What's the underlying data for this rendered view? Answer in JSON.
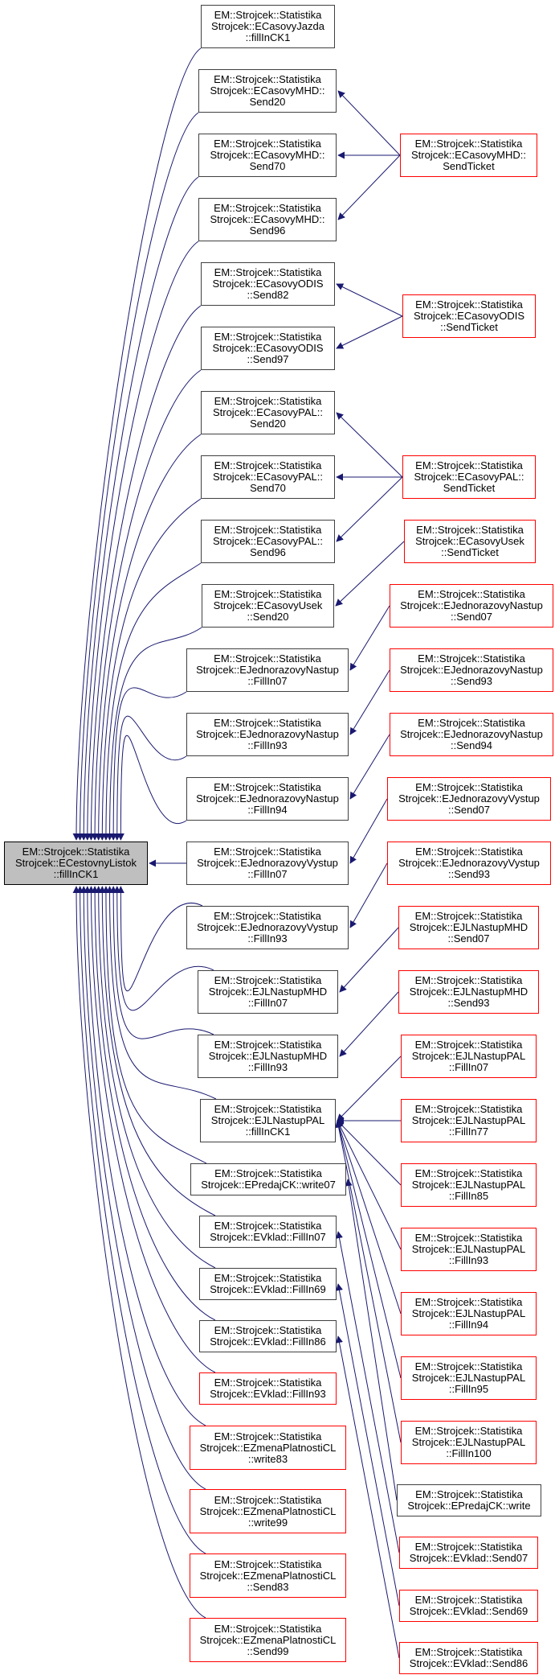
{
  "diagram": {
    "title": "Caller graph of EM::Strojcek::StatistikaStrojcek::ECestovnyListok::fillInCK1",
    "colors": {
      "edge": "#191970",
      "border_normal": "#404040",
      "border_red": "#ff0000",
      "root_fill": "#bfbfbf"
    },
    "nodes": [
      {
        "id": "root",
        "lines": [
          "EM::Strojcek::Statistika",
          "Strojcek::ECestovnyListok",
          "::fillInCK1"
        ],
        "style": "root"
      },
      {
        "id": "jazda_fillInCK1",
        "lines": [
          "EM::Strojcek::Statistika",
          "Strojcek::ECasovyJazda",
          "::fillInCK1"
        ],
        "style": "normal"
      },
      {
        "id": "mhd_send20",
        "lines": [
          "EM::Strojcek::Statistika",
          "Strojcek::ECasovyMHD::",
          "Send20"
        ],
        "style": "normal"
      },
      {
        "id": "mhd_send70",
        "lines": [
          "EM::Strojcek::Statistika",
          "Strojcek::ECasovyMHD::",
          "Send70"
        ],
        "style": "normal"
      },
      {
        "id": "mhd_send96",
        "lines": [
          "EM::Strojcek::Statistika",
          "Strojcek::ECasovyMHD::",
          "Send96"
        ],
        "style": "normal"
      },
      {
        "id": "odis_send82",
        "lines": [
          "EM::Strojcek::Statistika",
          "Strojcek::ECasovyODIS",
          "::Send82"
        ],
        "style": "normal"
      },
      {
        "id": "odis_send97",
        "lines": [
          "EM::Strojcek::Statistika",
          "Strojcek::ECasovyODIS",
          "::Send97"
        ],
        "style": "normal"
      },
      {
        "id": "pal_send20",
        "lines": [
          "EM::Strojcek::Statistika",
          "Strojcek::ECasovyPAL::",
          "Send20"
        ],
        "style": "normal"
      },
      {
        "id": "pal_send70",
        "lines": [
          "EM::Strojcek::Statistika",
          "Strojcek::ECasovyPAL::",
          "Send70"
        ],
        "style": "normal"
      },
      {
        "id": "pal_send96",
        "lines": [
          "EM::Strojcek::Statistika",
          "Strojcek::ECasovyPAL::",
          "Send96"
        ],
        "style": "normal"
      },
      {
        "id": "usek_send20",
        "lines": [
          "EM::Strojcek::Statistika",
          "Strojcek::ECasovyUsek",
          "::Send20"
        ],
        "style": "normal"
      },
      {
        "id": "jn_fill07",
        "lines": [
          "EM::Strojcek::Statistika",
          "Strojcek::EJednorazovyNastup",
          "::FillIn07"
        ],
        "style": "normal"
      },
      {
        "id": "jn_fill93",
        "lines": [
          "EM::Strojcek::Statistika",
          "Strojcek::EJednorazovyNastup",
          "::FillIn93"
        ],
        "style": "normal"
      },
      {
        "id": "jn_fill94",
        "lines": [
          "EM::Strojcek::Statistika",
          "Strojcek::EJednorazovyNastup",
          "::FillIn94"
        ],
        "style": "normal"
      },
      {
        "id": "jv_fill07",
        "lines": [
          "EM::Strojcek::Statistika",
          "Strojcek::EJednorazovyVystup",
          "::FillIn07"
        ],
        "style": "normal"
      },
      {
        "id": "jv_fill93",
        "lines": [
          "EM::Strojcek::Statistika",
          "Strojcek::EJednorazovyVystup",
          "::FillIn93"
        ],
        "style": "normal"
      },
      {
        "id": "jlmhd_fill07",
        "lines": [
          "EM::Strojcek::Statistika",
          "Strojcek::EJLNastupMHD",
          "::FillIn07"
        ],
        "style": "normal"
      },
      {
        "id": "jlmhd_fill93",
        "lines": [
          "EM::Strojcek::Statistika",
          "Strojcek::EJLNastupMHD",
          "::FillIn93"
        ],
        "style": "normal"
      },
      {
        "id": "jlpal_fillInCK1",
        "lines": [
          "EM::Strojcek::Statistika",
          "Strojcek::EJLNastupPAL",
          "::fillInCK1"
        ],
        "style": "normal"
      },
      {
        "id": "predaj_write07",
        "lines": [
          "EM::Strojcek::Statistika",
          "Strojcek::EPredajCK::write07"
        ],
        "style": "normal"
      },
      {
        "id": "vklad_fill07",
        "lines": [
          "EM::Strojcek::Statistika",
          "Strojcek::EVklad::FillIn07"
        ],
        "style": "normal"
      },
      {
        "id": "vklad_fill69",
        "lines": [
          "EM::Strojcek::Statistika",
          "Strojcek::EVklad::FillIn69"
        ],
        "style": "normal"
      },
      {
        "id": "vklad_fill86",
        "lines": [
          "EM::Strojcek::Statistika",
          "Strojcek::EVklad::FillIn86"
        ],
        "style": "normal"
      },
      {
        "id": "vklad_fill93",
        "lines": [
          "EM::Strojcek::Statistika",
          "Strojcek::EVklad::FillIn93"
        ],
        "style": "red"
      },
      {
        "id": "zmena_write83",
        "lines": [
          "EM::Strojcek::Statistika",
          "Strojcek::EZmenaPlatnostiCL",
          "::write83"
        ],
        "style": "red"
      },
      {
        "id": "zmena_write99",
        "lines": [
          "EM::Strojcek::Statistika",
          "Strojcek::EZmenaPlatnostiCL",
          "::write99"
        ],
        "style": "red"
      },
      {
        "id": "zmena_send83",
        "lines": [
          "EM::Strojcek::Statistika",
          "Strojcek::EZmenaPlatnostiCL",
          "::Send83"
        ],
        "style": "red"
      },
      {
        "id": "zmena_send99",
        "lines": [
          "EM::Strojcek::Statistika",
          "Strojcek::EZmenaPlatnostiCL",
          "::Send99"
        ],
        "style": "red"
      },
      {
        "id": "mhd_sendticket",
        "lines": [
          "EM::Strojcek::Statistika",
          "Strojcek::ECasovyMHD::",
          "SendTicket"
        ],
        "style": "red"
      },
      {
        "id": "odis_sendticket",
        "lines": [
          "EM::Strojcek::Statistika",
          "Strojcek::ECasovyODIS",
          "::SendTicket"
        ],
        "style": "red"
      },
      {
        "id": "pal_sendticket",
        "lines": [
          "EM::Strojcek::Statistika",
          "Strojcek::ECasovyPAL::",
          "SendTicket"
        ],
        "style": "red"
      },
      {
        "id": "usek_sendticket",
        "lines": [
          "EM::Strojcek::Statistika",
          "Strojcek::ECasovyUsek",
          "::SendTicket"
        ],
        "style": "red"
      },
      {
        "id": "jn_send07",
        "lines": [
          "EM::Strojcek::Statistika",
          "Strojcek::EJednorazovyNastup",
          "::Send07"
        ],
        "style": "red"
      },
      {
        "id": "jn_send93",
        "lines": [
          "EM::Strojcek::Statistika",
          "Strojcek::EJednorazovyNastup",
          "::Send93"
        ],
        "style": "red"
      },
      {
        "id": "jn_send94",
        "lines": [
          "EM::Strojcek::Statistika",
          "Strojcek::EJednorazovyNastup",
          "::Send94"
        ],
        "style": "red"
      },
      {
        "id": "jv_send07",
        "lines": [
          "EM::Strojcek::Statistika",
          "Strojcek::EJednorazovyVystup",
          "::Send07"
        ],
        "style": "red"
      },
      {
        "id": "jv_send93",
        "lines": [
          "EM::Strojcek::Statistika",
          "Strojcek::EJednorazovyVystup",
          "::Send93"
        ],
        "style": "red"
      },
      {
        "id": "jlmhd_send07",
        "lines": [
          "EM::Strojcek::Statistika",
          "Strojcek::EJLNastupMHD",
          "::Send07"
        ],
        "style": "red"
      },
      {
        "id": "jlmhd_send93",
        "lines": [
          "EM::Strojcek::Statistika",
          "Strojcek::EJLNastupMHD",
          "::Send93"
        ],
        "style": "red"
      },
      {
        "id": "jlpal_fill07",
        "lines": [
          "EM::Strojcek::Statistika",
          "Strojcek::EJLNastupPAL",
          "::FillIn07"
        ],
        "style": "red"
      },
      {
        "id": "jlpal_fill77",
        "lines": [
          "EM::Strojcek::Statistika",
          "Strojcek::EJLNastupPAL",
          "::FillIn77"
        ],
        "style": "red"
      },
      {
        "id": "jlpal_fill85",
        "lines": [
          "EM::Strojcek::Statistika",
          "Strojcek::EJLNastupPAL",
          "::FillIn85"
        ],
        "style": "red"
      },
      {
        "id": "jlpal_fill93",
        "lines": [
          "EM::Strojcek::Statistika",
          "Strojcek::EJLNastupPAL",
          "::FillIn93"
        ],
        "style": "red"
      },
      {
        "id": "jlpal_fill94",
        "lines": [
          "EM::Strojcek::Statistika",
          "Strojcek::EJLNastupPAL",
          "::FillIn94"
        ],
        "style": "red"
      },
      {
        "id": "jlpal_fill95",
        "lines": [
          "EM::Strojcek::Statistika",
          "Strojcek::EJLNastupPAL",
          "::FillIn95"
        ],
        "style": "red"
      },
      {
        "id": "jlpal_fill100",
        "lines": [
          "EM::Strojcek::Statistika",
          "Strojcek::EJLNastupPAL",
          "::FillIn100"
        ],
        "style": "red"
      },
      {
        "id": "predaj_write",
        "lines": [
          "EM::Strojcek::Statistika",
          "Strojcek::EPredajCK::write"
        ],
        "style": "normal"
      },
      {
        "id": "vklad_send07",
        "lines": [
          "EM::Strojcek::Statistika",
          "Strojcek::EVklad::Send07"
        ],
        "style": "red"
      },
      {
        "id": "vklad_send69",
        "lines": [
          "EM::Strojcek::Statistika",
          "Strojcek::EVklad::Send69"
        ],
        "style": "red"
      },
      {
        "id": "vklad_send86",
        "lines": [
          "EM::Strojcek::Statistika",
          "Strojcek::EVklad::Send86"
        ],
        "style": "red"
      }
    ],
    "edges": [
      [
        "jazda_fillInCK1",
        "root"
      ],
      [
        "mhd_send20",
        "root"
      ],
      [
        "mhd_send70",
        "root"
      ],
      [
        "mhd_send96",
        "root"
      ],
      [
        "odis_send82",
        "root"
      ],
      [
        "odis_send97",
        "root"
      ],
      [
        "pal_send20",
        "root"
      ],
      [
        "pal_send70",
        "root"
      ],
      [
        "pal_send96",
        "root"
      ],
      [
        "usek_send20",
        "root"
      ],
      [
        "jn_fill07",
        "root"
      ],
      [
        "jn_fill93",
        "root"
      ],
      [
        "jn_fill94",
        "root"
      ],
      [
        "jv_fill07",
        "root"
      ],
      [
        "jv_fill93",
        "root"
      ],
      [
        "jlmhd_fill07",
        "root"
      ],
      [
        "jlmhd_fill93",
        "root"
      ],
      [
        "jlpal_fillInCK1",
        "root"
      ],
      [
        "predaj_write07",
        "root"
      ],
      [
        "vklad_fill07",
        "root"
      ],
      [
        "vklad_fill69",
        "root"
      ],
      [
        "vklad_fill86",
        "root"
      ],
      [
        "vklad_fill93",
        "root"
      ],
      [
        "zmena_write83",
        "root"
      ],
      [
        "zmena_write99",
        "root"
      ],
      [
        "zmena_send83",
        "root"
      ],
      [
        "zmena_send99",
        "root"
      ],
      [
        "mhd_sendticket",
        "mhd_send20"
      ],
      [
        "mhd_sendticket",
        "mhd_send70"
      ],
      [
        "mhd_sendticket",
        "mhd_send96"
      ],
      [
        "odis_sendticket",
        "odis_send82"
      ],
      [
        "odis_sendticket",
        "odis_send97"
      ],
      [
        "pal_sendticket",
        "pal_send20"
      ],
      [
        "pal_sendticket",
        "pal_send70"
      ],
      [
        "pal_sendticket",
        "pal_send96"
      ],
      [
        "usek_sendticket",
        "usek_send20"
      ],
      [
        "jn_send07",
        "jn_fill07"
      ],
      [
        "jn_send93",
        "jn_fill93"
      ],
      [
        "jn_send94",
        "jn_fill94"
      ],
      [
        "jv_send07",
        "jv_fill07"
      ],
      [
        "jv_send93",
        "jv_fill93"
      ],
      [
        "jlmhd_send07",
        "jlmhd_fill07"
      ],
      [
        "jlmhd_send93",
        "jlmhd_fill93"
      ],
      [
        "jlpal_fill07",
        "jlpal_fillInCK1"
      ],
      [
        "jlpal_fill77",
        "jlpal_fillInCK1"
      ],
      [
        "jlpal_fill85",
        "jlpal_fillInCK1"
      ],
      [
        "jlpal_fill93",
        "jlpal_fillInCK1"
      ],
      [
        "jlpal_fill94",
        "jlpal_fillInCK1"
      ],
      [
        "jlpal_fill95",
        "jlpal_fillInCK1"
      ],
      [
        "jlpal_fill100",
        "jlpal_fillInCK1"
      ],
      [
        "predaj_write",
        "predaj_write07"
      ],
      [
        "vklad_send07",
        "vklad_fill07"
      ],
      [
        "vklad_send69",
        "vklad_fill69"
      ],
      [
        "vklad_send86",
        "vklad_fill86"
      ]
    ]
  }
}
